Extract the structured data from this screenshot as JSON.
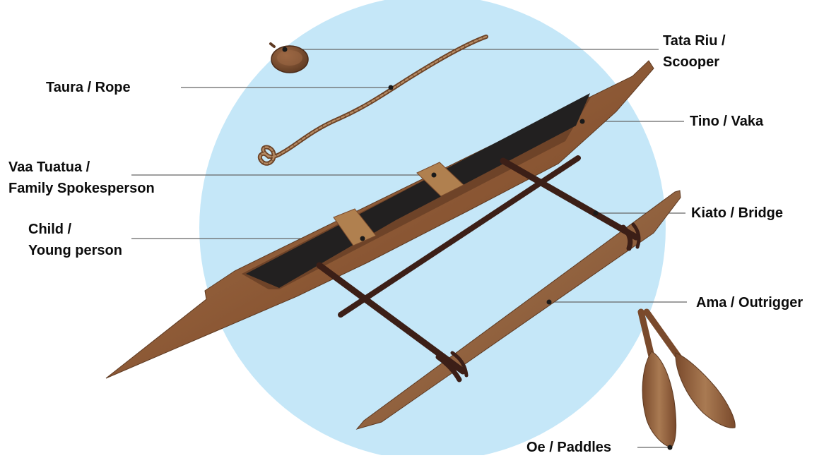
{
  "labels": {
    "scooper": {
      "line1": "Tata Riu /",
      "line2": "Scooper"
    },
    "rope": {
      "line1": "Taura / Rope"
    },
    "hull": {
      "line1": "Tino / Vaka"
    },
    "spokes": {
      "line1": "Vaa Tuatua /",
      "line2": "Family Spokesperson"
    },
    "bridge": {
      "line1": "Kiato / Bridge"
    },
    "child": {
      "line1": "Child /",
      "line2": "Young person"
    },
    "outrigger": {
      "line1": "Ama / Outrigger"
    },
    "paddles": {
      "line1": "Oe / Paddles"
    }
  },
  "colors": {
    "background_circle": "#c5e7f8",
    "wood": "#8a5633",
    "wood_light": "#a97a52",
    "wood_dark": "#5e3a22",
    "hull_interior": "#222020",
    "seat": "#b0804f",
    "lashing": "#3c1f17",
    "leader_line": "#666666",
    "text": "#0c0c0c"
  }
}
